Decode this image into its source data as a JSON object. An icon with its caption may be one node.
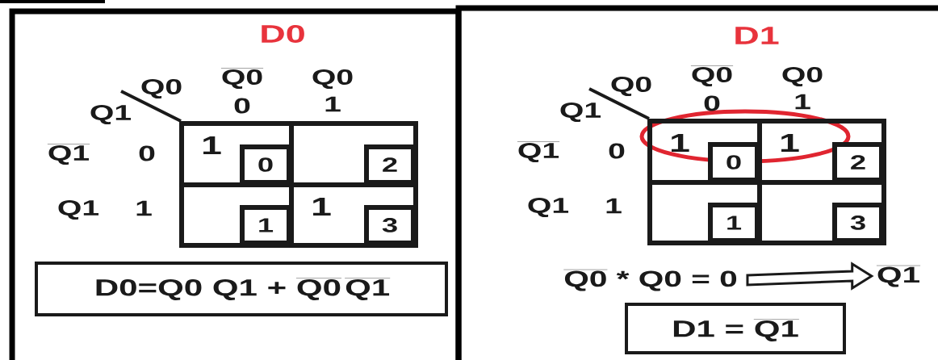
{
  "diagram": {
    "nodes": [
      {
        "text": [
          "D0"
        ]
      },
      {
        "text": [
          "1"
        ],
        "in": 0
      },
      {
        "text": [
          "0"
        ],
        "in": 1
      },
      {
        "text": [],
        "shape": "box",
        "in": 0
      },
      {
        "text": [
          "2"
        ],
        "in": 3
      },
      {
        "text": [],
        "shape": "box",
        "in": 0
      },
      {
        "text": [
          "1"
        ],
        "in": 5
      },
      {
        "text": [
          "1"
        ],
        "in": 0
      },
      {
        "text": [
          "3"
        ],
        "in": 7
      },
      {
        "text": [
          "\\textbf{D0=Q0 Q1 + }\\overline{\\textbf{Q0}}\\,\\overline{\\textbf{Q1}}"
        ],
        "in": 0
      },
      {
        "text": [
          "D1"
        ]
      },
      {
        "text": [
          "1"
        ],
        "in": 10
      },
      {
        "text": [
          "0"
        ],
        "in": 11
      },
      {
        "text": [
          "1"
        ],
        "in": 10
      },
      {
        "text": [
          "2"
        ],
        "in": 13
      },
      {
        "text": [],
        "shape": "box",
        "in": 10
      },
      {
        "text": [
          "1"
        ],
        "in": 15
      },
      {
        "text": [],
        "shape": "box",
        "in": 10
      },
      {
        "text": [
          "3"
        ],
        "in": 17
      },
      {
        "text": [
          "\\overline{\\textbf{Q0}}\\textbf{ * Q0 = 0}"
        ],
        "in": 10
      },
      {
        "text": [
          "\\overline{\\textbf{Q1}}"
        ],
        "in": 10
      },
      {
        "text": [
          "\\textbf{D1 = }\\overline{\\textbf{Q1}}"
        ],
        "in": 10
      },
      {
        "text": [],
        "shape": "ellipse",
        "in": 10
      }
    ],
    "edges": [
      {
        "from": 19,
        "to": 20,
        "arrow": "to"
      }
    ],
    "labels": [
      "\\overline{\\textbf{Q0}}",
      "Q0",
      "Q0",
      "0",
      "1",
      "Q1",
      "\\overline{\\textbf{Q1}}",
      "0",
      "Q1",
      "1",
      "\\overline{\\textbf{Q0}}",
      "Q0",
      "Q0",
      "0",
      "1",
      "Q1",
      "\\overline{\\textbf{Q1}}",
      "0",
      "Q1",
      "1"
    ]
  }
}
